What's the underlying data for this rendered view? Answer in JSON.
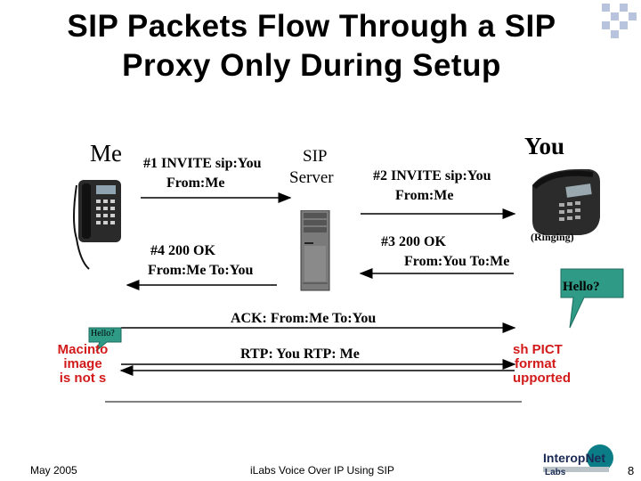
{
  "title": {
    "line1": "SIP Packets Flow Through a SIP",
    "line2": "Proxy Only During Setup"
  },
  "parties": {
    "me": "Me",
    "you": "You",
    "server_line1": "SIP",
    "server_line2": "Server"
  },
  "messages": {
    "m1_line1": "#1  INVITE sip:You",
    "m1_line2": "From:Me",
    "m2_line1": "#2  INVITE sip:You",
    "m2_line2": "From:Me",
    "m3_line1": "#3  200 OK",
    "m3_line2": "From:You  To:Me",
    "m4_line1": "#4  200 OK",
    "m4_line2": "From:Me  To:You",
    "ringing": "(Ringing)",
    "hello_you": "Hello?",
    "hello_me": "Hello?",
    "ack": "ACK: From:Me  To:You",
    "rtp": "RTP: You  RTP: Me"
  },
  "placeholders": {
    "left_lines": [
      "Macinto",
      "image",
      "is not s"
    ],
    "right_lines": [
      "sh PICT",
      "format",
      "upported"
    ]
  },
  "footer": {
    "date": "May 2005",
    "center": "iLabs Voice Over IP Using SIP",
    "page": "8",
    "logo_line1": "InteropNet",
    "logo_line2": "Labs"
  },
  "colors": {
    "bubble": "#2f9a86",
    "placeholder_text": "#d21a1a",
    "decor": "#b8c4de"
  }
}
